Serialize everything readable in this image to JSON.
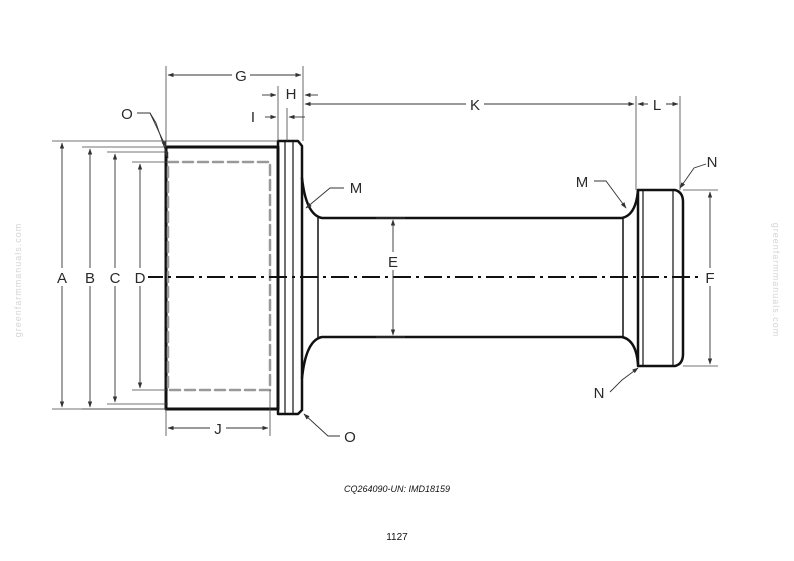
{
  "labels": {
    "A": "A",
    "B": "B",
    "C": "C",
    "D": "D",
    "E": "E",
    "F": "F",
    "G": "G",
    "H": "H",
    "I": "I",
    "J": "J",
    "K": "K",
    "L": "L",
    "M": "M",
    "N": "N",
    "O": "O"
  },
  "figure_id": "CQ264090-UN: IMD18159",
  "page_number": "1127",
  "watermark": "greenfarmmanuals.com"
}
